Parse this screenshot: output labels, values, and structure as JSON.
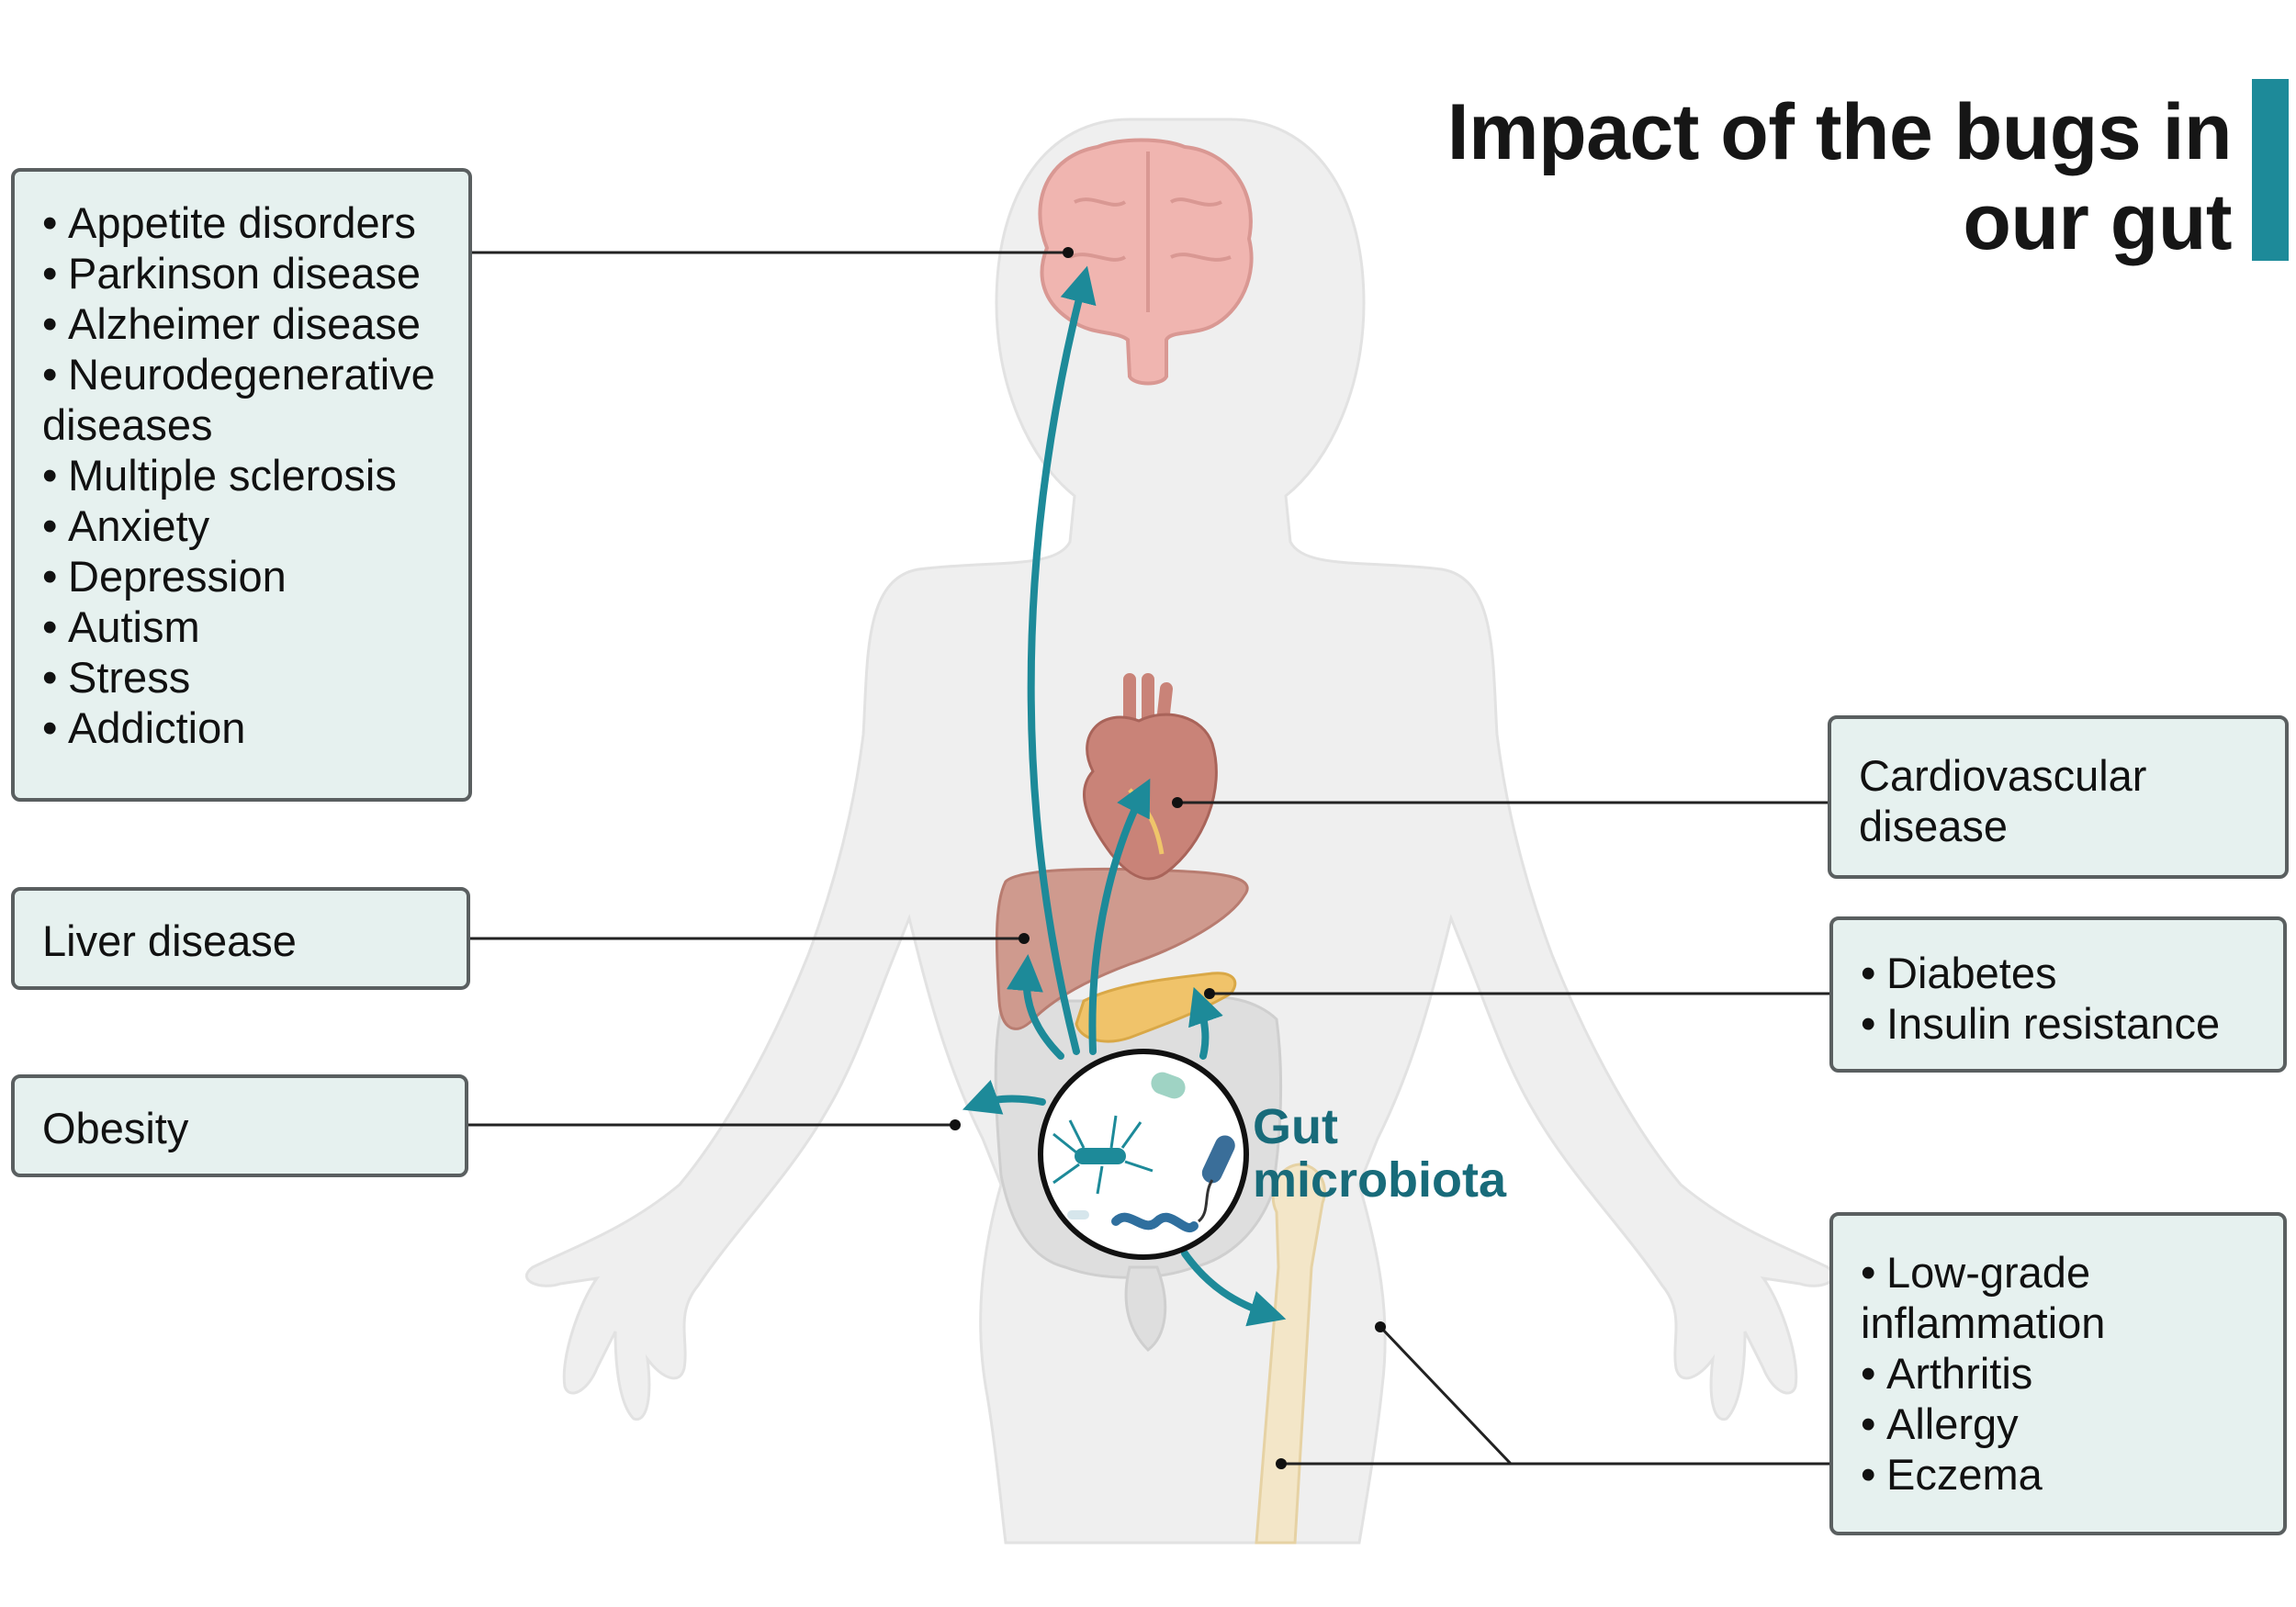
{
  "title": "Impact of the bugs in our gut",
  "center_label": "Gut microbiota",
  "colors": {
    "accent": "#1d8a99",
    "box_fill": "#e6f1ef",
    "box_border": "#5a5f60",
    "arrow": "#1d8a99"
  },
  "boxes": {
    "brain": [
      "Appetite disorders",
      "Parkinson disease",
      "Alzheimer disease",
      "Neurodegenerative diseases",
      "Multiple sclerosis",
      "Anxiety",
      "Depression",
      "Autism",
      "Stress",
      "Addiction"
    ],
    "liver": "Liver disease",
    "obesity": "Obesity",
    "heart": "Cardiovascular disease",
    "pancreas": [
      "Diabetes",
      "Insulin resistance"
    ],
    "immune": [
      "Low-grade inflammation",
      "Arthritis",
      "Allergy",
      "Eczema"
    ]
  },
  "icons": [
    "body-silhouette",
    "brain-icon",
    "heart-icon",
    "liver-icon",
    "pancreas-icon",
    "intestine-icon",
    "bone-icon",
    "bacteria-icon"
  ]
}
